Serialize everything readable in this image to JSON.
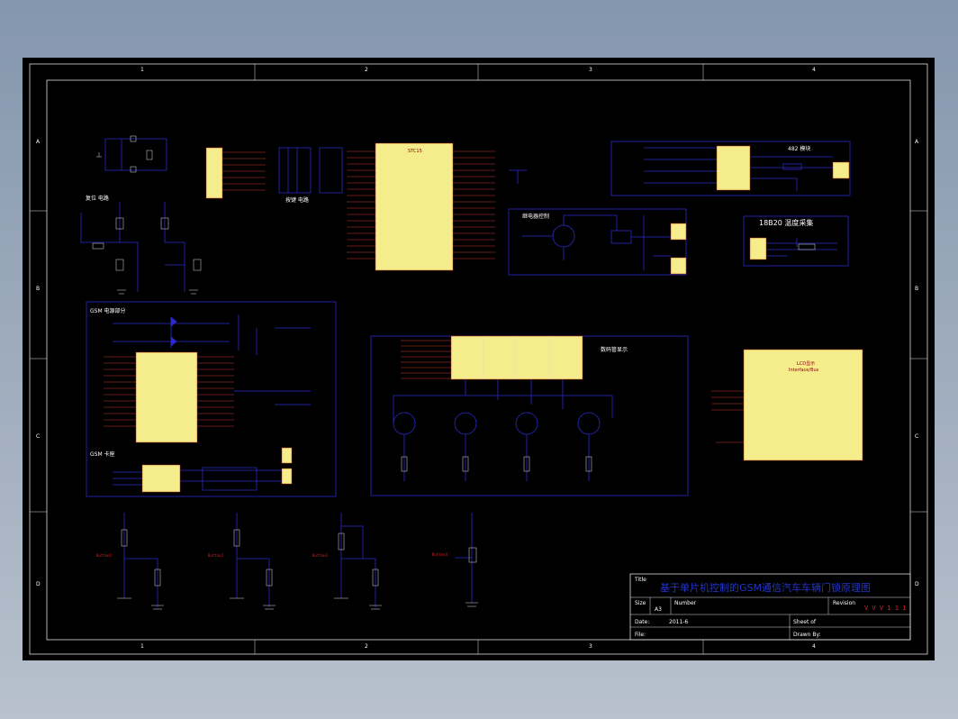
{
  "zones": {
    "columns": [
      "1",
      "2",
      "3",
      "4"
    ],
    "rows": [
      "A",
      "B",
      "C",
      "D"
    ]
  },
  "blocks": {
    "mcu": "STC15",
    "keyboard": "按键 电路",
    "relay": "继电器控制",
    "sensor_18b20": "18B20 温度采集",
    "gsm": "GSM 电源部分",
    "gsm_sub": "GSM 卡座",
    "display": "数码管显示",
    "lcd": "LCD显示",
    "lcd_sub": "Interface/Bus",
    "module_482": "482 模块",
    "reset": "复位 电路"
  },
  "side_labels": {
    "sw1": "Button1",
    "sw2": "Button2",
    "sw3": "Button3",
    "sw4": "Button4"
  },
  "title_block": {
    "title_label": "Title",
    "title": "基于单片机控制的GSM通信汽车车辆门锁原理图",
    "size_label": "Size",
    "size": "A3",
    "number_label": "Number",
    "revision_label": "Revision",
    "revision": "V V V 1 1 1",
    "date_label": "Date:",
    "date": "2011-6",
    "sheet_label": "Sheet  of",
    "file_label": "File:",
    "drawn_label": "Drawn By:"
  }
}
